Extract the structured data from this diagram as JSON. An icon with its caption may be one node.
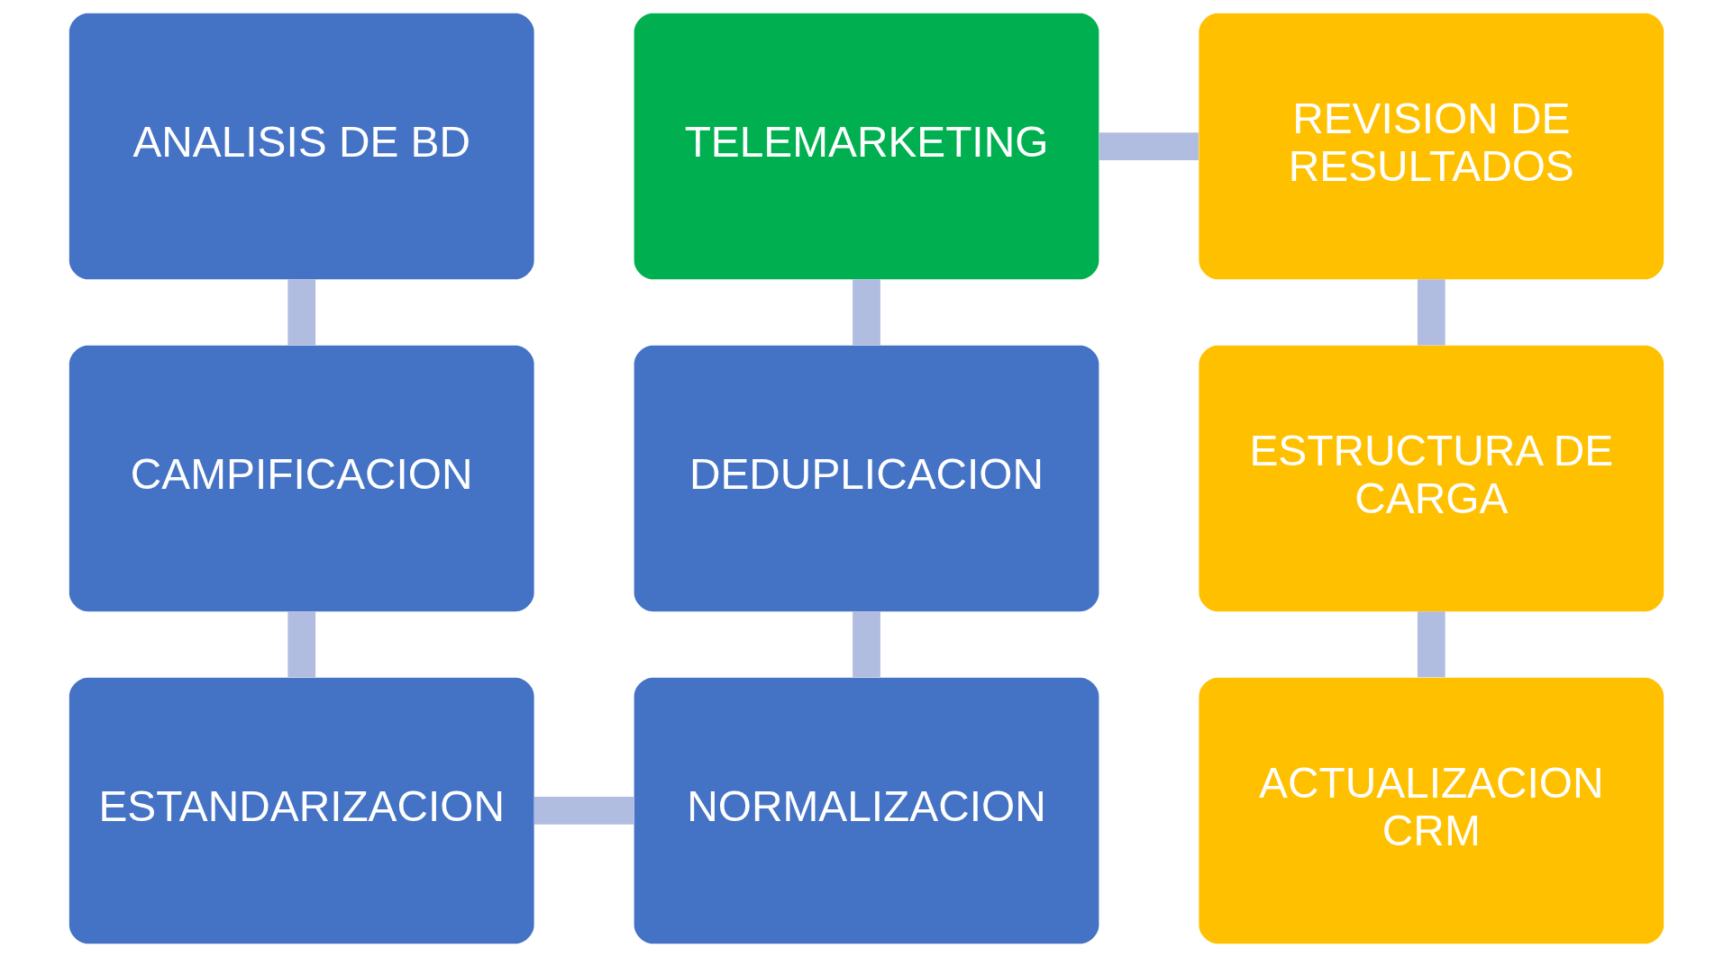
{
  "diagram": {
    "nodes": [
      {
        "text": [
          "ANALISIS DE BD"
        ]
      },
      {
        "text": [
          "CAMPIFICACION"
        ]
      },
      {
        "text": [
          "ESTANDARIZACION"
        ]
      },
      {
        "text": [
          "NORMALIZACION"
        ]
      },
      {
        "text": [
          "DEDUPLICACION"
        ]
      },
      {
        "text": [
          "TELEMARKETING"
        ]
      },
      {
        "text": [
          "REVISION DE RESULTADOS"
        ]
      },
      {
        "text": [
          "ESTRUCTURA DE CARGA"
        ]
      },
      {
        "text": [
          "ACTUALIZACION CRM"
        ]
      }
    ],
    "edges": [
      {
        "from": 0,
        "to": 1,
        "arrow": "none"
      },
      {
        "from": 1,
        "to": 2,
        "arrow": "none"
      },
      {
        "from": 2,
        "to": 3,
        "arrow": "none"
      },
      {
        "from": 3,
        "to": 4,
        "arrow": "none"
      },
      {
        "from": 4,
        "to": 5,
        "arrow": "none"
      },
      {
        "from": 5,
        "to": 6,
        "arrow": "none"
      },
      {
        "from": 6,
        "to": 7,
        "arrow": "none"
      },
      {
        "from": 7,
        "to": 8,
        "arrow": "none"
      }
    ]
  }
}
